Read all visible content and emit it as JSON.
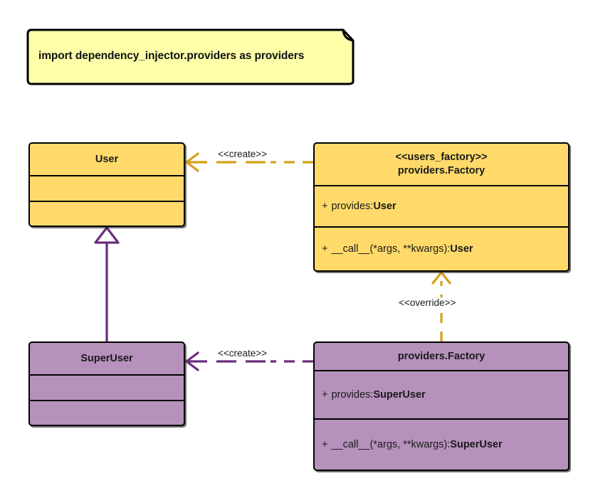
{
  "diagram": {
    "type": "uml-class-diagram",
    "background": "#ffffff",
    "colors": {
      "yellow_fill": "#FFDA6A",
      "purple_fill": "#B691BC",
      "note_fill": "#FFFFAA",
      "yellow_edge": "#D4A017",
      "purple_edge": "#6B2D7B",
      "border": "#000000"
    }
  },
  "note": {
    "name": "import-note",
    "text": "import dependency_injector.providers as providers"
  },
  "classes": [
    {
      "id": "user",
      "stereotype": "",
      "name": "User",
      "fill": "#FFDA6A",
      "attributes": [],
      "methods": []
    },
    {
      "id": "users_factory",
      "stereotype": "<<users_factory>>",
      "name": "providers.Factory",
      "fill": "#FFDA6A",
      "attributes": [
        {
          "visibility": "+",
          "label": "provides: ",
          "type": "User"
        }
      ],
      "methods": [
        {
          "visibility": "+",
          "label": "__call__(*args, **kwargs): ",
          "type": "User"
        }
      ]
    },
    {
      "id": "superuser",
      "stereotype": "",
      "name": "SuperUser",
      "fill": "#B691BC",
      "attributes": [],
      "methods": []
    },
    {
      "id": "providers_factory",
      "stereotype": "",
      "name": "providers.Factory",
      "fill": "#B691BC",
      "attributes": [
        {
          "visibility": "+",
          "label": "provides: ",
          "type": "SuperUser"
        }
      ],
      "methods": [
        {
          "visibility": "+",
          "label": "__call__(*args, **kwargs): ",
          "type": "SuperUser"
        }
      ]
    }
  ],
  "edges": [
    {
      "id": "create_user",
      "label": "<<create>>",
      "from": "users_factory",
      "to": "user",
      "style": "dashed",
      "arrow": "open",
      "color": "#D4A017"
    },
    {
      "id": "create_superuser",
      "label": "<<create>>",
      "from": "providers_factory",
      "to": "superuser",
      "style": "dashed",
      "arrow": "open",
      "color": "#6B2D7B"
    },
    {
      "id": "override",
      "label": "<<override>>",
      "from": "providers_factory",
      "to": "users_factory",
      "style": "dashed",
      "arrow": "open",
      "color": "#D4A017"
    },
    {
      "id": "generalization",
      "label": "",
      "from": "superuser",
      "to": "user",
      "style": "solid",
      "arrow": "hollow-triangle",
      "color": "#6B2D7B"
    }
  ]
}
